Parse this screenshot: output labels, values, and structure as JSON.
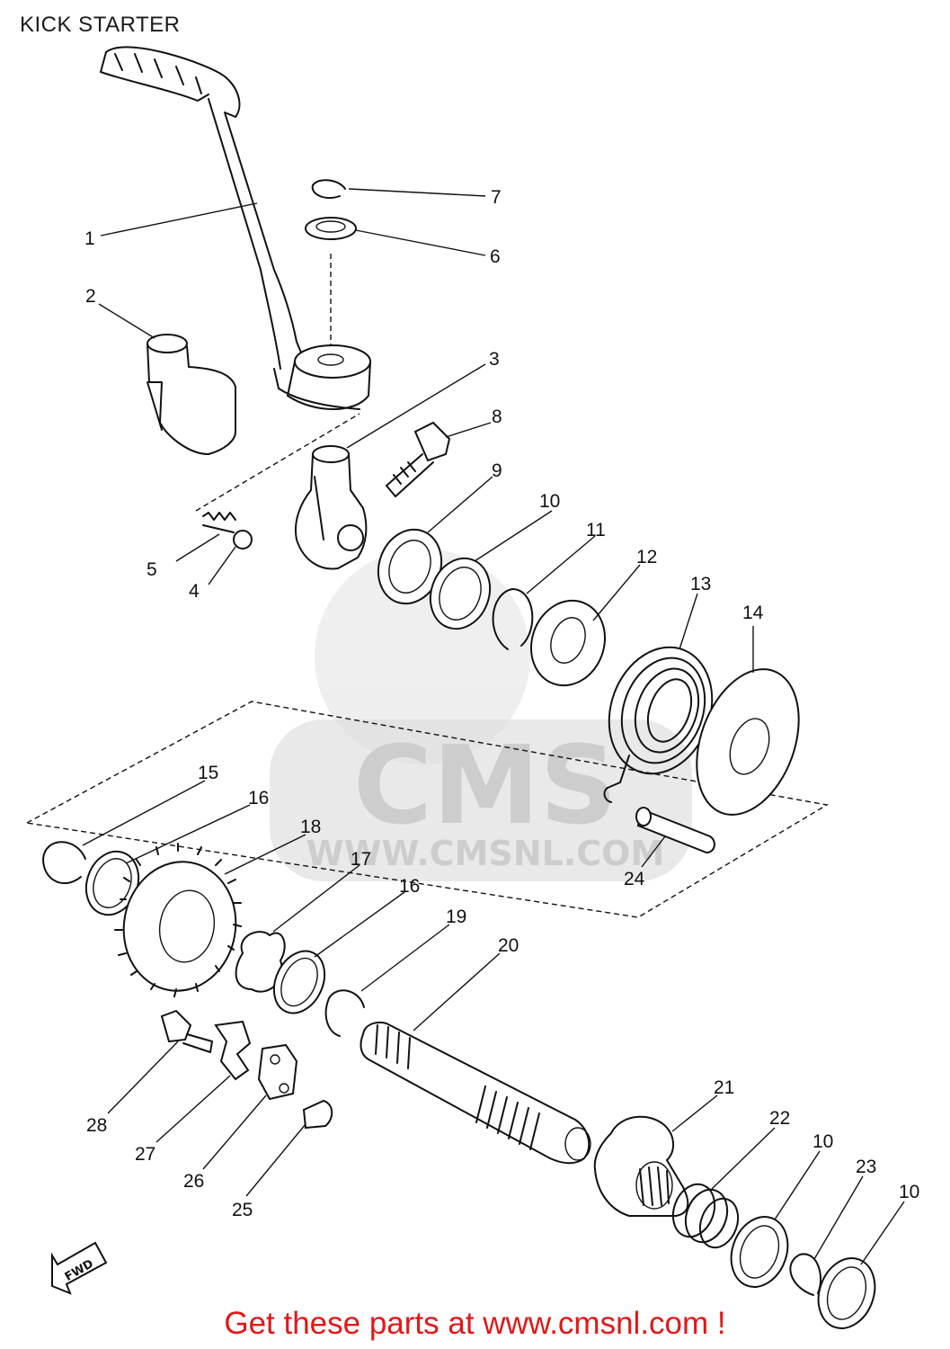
{
  "title": "KICK STARTER",
  "footer": {
    "text_before": "Get these parts at ",
    "link": "www.cmsnl.com",
    "text_after": " !"
  },
  "watermark": {
    "logo_text": "CMS",
    "url": "WWW.CMSNL.COM"
  },
  "direction_label": "FWD",
  "callouts": [
    {
      "id": "c1",
      "label": "1"
    },
    {
      "id": "c2",
      "label": "2"
    },
    {
      "id": "c3",
      "label": "3"
    },
    {
      "id": "c4",
      "label": "4"
    },
    {
      "id": "c5",
      "label": "5"
    },
    {
      "id": "c6",
      "label": "6"
    },
    {
      "id": "c7",
      "label": "7"
    },
    {
      "id": "c8",
      "label": "8"
    },
    {
      "id": "c9",
      "label": "9"
    },
    {
      "id": "c10a",
      "label": "10"
    },
    {
      "id": "c11",
      "label": "11"
    },
    {
      "id": "c12",
      "label": "12"
    },
    {
      "id": "c13",
      "label": "13"
    },
    {
      "id": "c14",
      "label": "14"
    },
    {
      "id": "c15",
      "label": "15"
    },
    {
      "id": "c16a",
      "label": "16"
    },
    {
      "id": "c18",
      "label": "18"
    },
    {
      "id": "c17",
      "label": "17"
    },
    {
      "id": "c16b",
      "label": "16"
    },
    {
      "id": "c19",
      "label": "19"
    },
    {
      "id": "c20",
      "label": "20"
    },
    {
      "id": "c24",
      "label": "24"
    },
    {
      "id": "c21",
      "label": "21"
    },
    {
      "id": "c22",
      "label": "22"
    },
    {
      "id": "c10b",
      "label": "10"
    },
    {
      "id": "c23",
      "label": "23"
    },
    {
      "id": "c10c",
      "label": "10"
    },
    {
      "id": "c28",
      "label": "28"
    },
    {
      "id": "c27",
      "label": "27"
    },
    {
      "id": "c26",
      "label": "26"
    },
    {
      "id": "c25",
      "label": "25"
    }
  ]
}
